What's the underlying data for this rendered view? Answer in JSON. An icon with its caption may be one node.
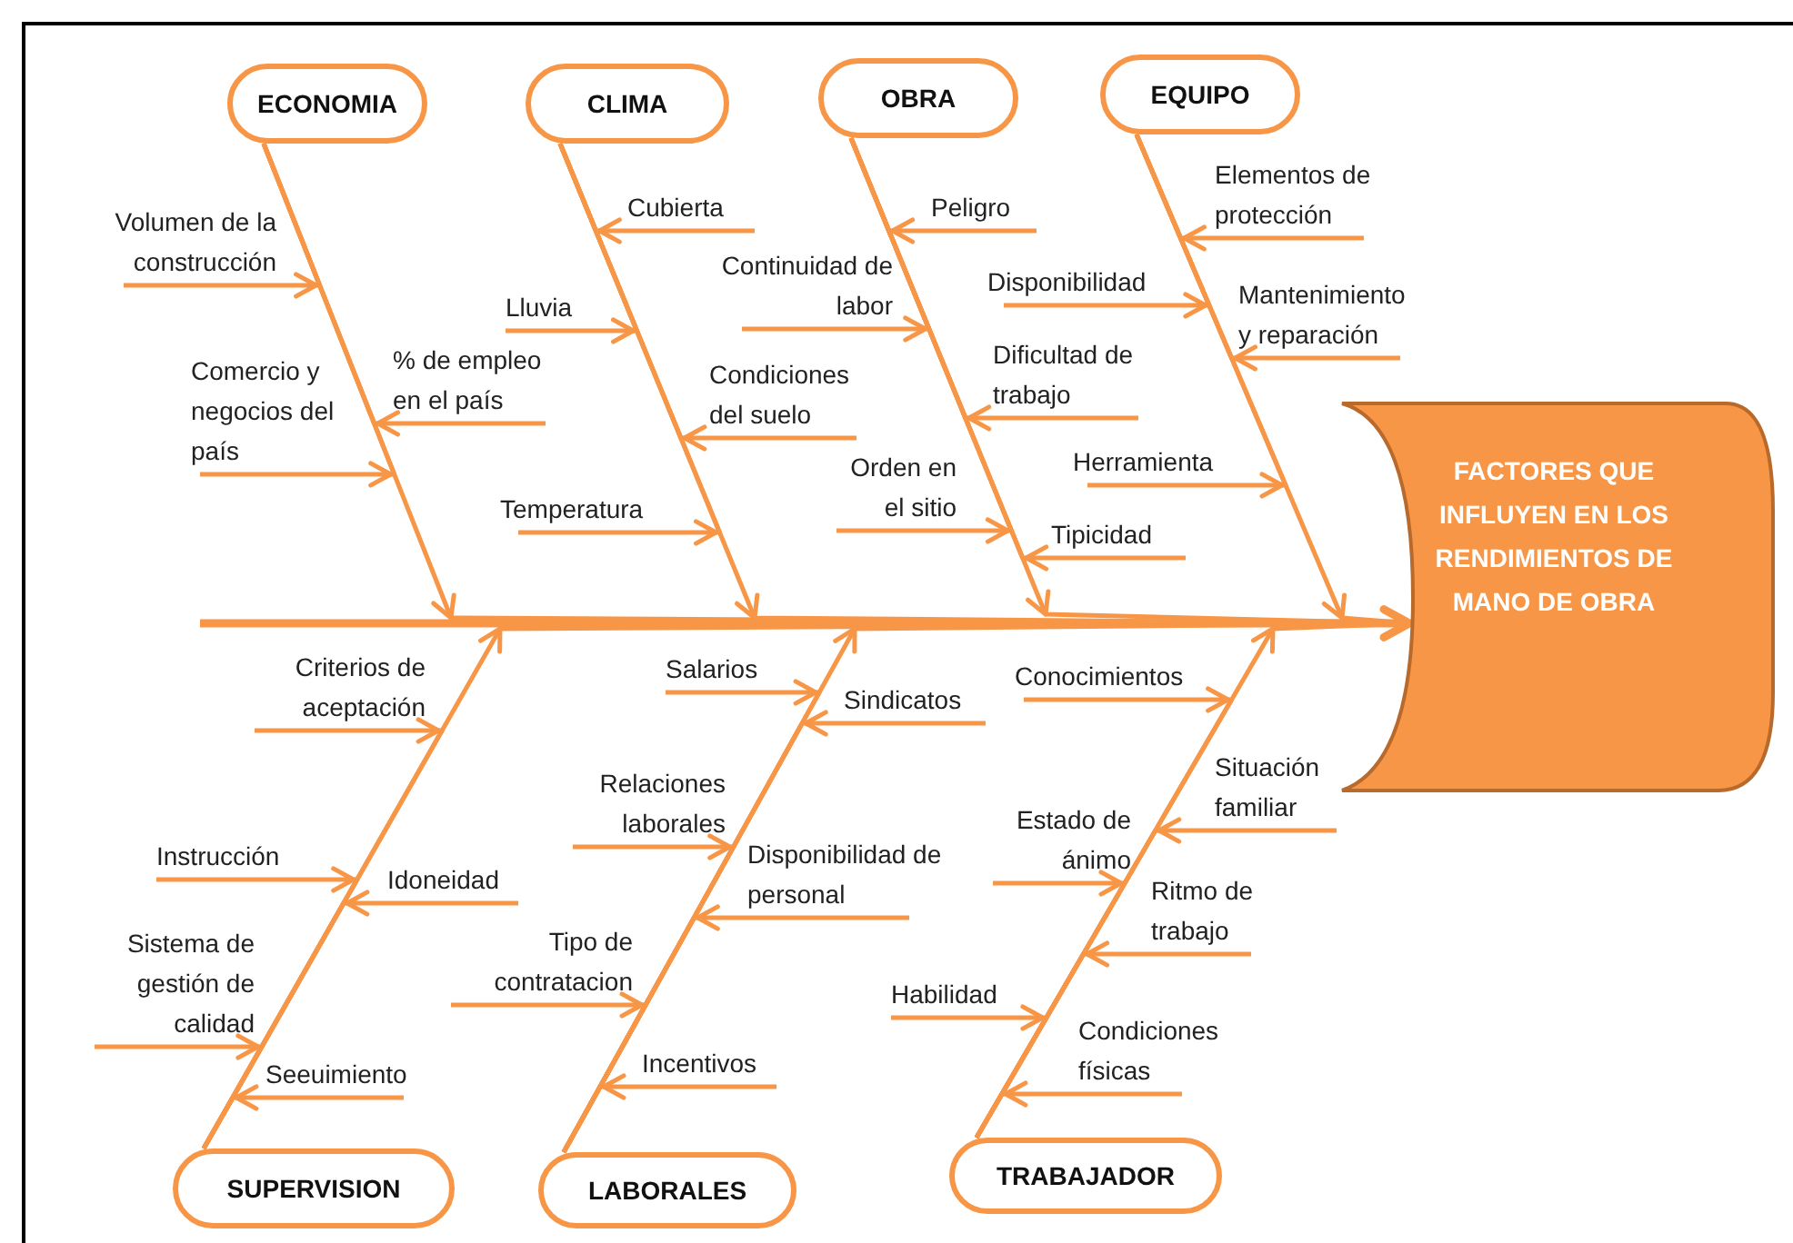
{
  "diagram": {
    "nodes": [
      {
        "text": [
          "ECONOMIA"
        ]
      },
      {
        "text": [
          "CLIMA"
        ]
      },
      {
        "text": [
          "OBRA"
        ]
      },
      {
        "text": [
          "EQUIPO"
        ]
      },
      {
        "text": [
          "FACTORES QUE INFLUYEN EN LOS RENDIMIENTOS DE MANO DE OBRA"
        ]
      },
      {
        "text": [
          "SUPERVISION"
        ]
      },
      {
        "text": [
          "LABORALES"
        ]
      },
      {
        "text": [
          "TRABAJADOR"
        ]
      },
      {
        "text": [
          "Volumen de la construcción"
        ]
      },
      {
        "text": [
          "Comercio y negocios del país"
        ]
      },
      {
        "text": [
          "% de empleo en el país"
        ]
      },
      {
        "text": [
          "Cubierta"
        ]
      },
      {
        "text": [
          "Lluvia"
        ]
      },
      {
        "text": [
          "Condiciones del suelo"
        ]
      },
      {
        "text": [
          "Temperatura"
        ]
      },
      {
        "text": [
          "Peligro"
        ]
      },
      {
        "text": [
          "Continuidad de labor"
        ]
      },
      {
        "text": [
          "Dificultad de trabajo"
        ]
      },
      {
        "text": [
          "Orden en el sitio"
        ]
      },
      {
        "text": [
          "Tipicidad"
        ]
      },
      {
        "text": [
          "Elementos de protección"
        ]
      },
      {
        "text": [
          "Disponibilidad"
        ]
      },
      {
        "text": [
          "Mantenimiento y reparación"
        ]
      },
      {
        "text": [
          "Herramienta"
        ]
      },
      {
        "text": [
          "Criterios de aceptación"
        ]
      },
      {
        "text": [
          "Instrucción"
        ]
      },
      {
        "text": [
          "Idoneidad"
        ]
      },
      {
        "text": [
          "Sistema de gestión de calidad"
        ]
      },
      {
        "text": [
          "Seeuimiento"
        ]
      },
      {
        "text": [
          "Salarios"
        ]
      },
      {
        "text": [
          "Sindicatos"
        ]
      },
      {
        "text": [
          "Relaciones laborales"
        ]
      },
      {
        "text": [
          "Disponibilidad de personal"
        ]
      },
      {
        "text": [
          "Tipo de contratacion"
        ]
      },
      {
        "text": [
          "Incentivos"
        ]
      },
      {
        "text": [
          "Conocimientos"
        ]
      },
      {
        "text": [
          "Situación familiar"
        ]
      },
      {
        "text": [
          "Estado de ánimo"
        ]
      },
      {
        "text": [
          "Ritmo de trabajo"
        ]
      },
      {
        "text": [
          "Habilidad"
        ]
      },
      {
        "text": [
          "Condiciones físicas"
        ]
      }
    ],
    "edges": [
      {
        "from": null,
        "to": 4,
        "arrow": "to",
        "style": "thick"
      },
      {
        "from": 0,
        "to": 4,
        "arrow": "to"
      },
      {
        "from": 1,
        "to": 4,
        "arrow": "to"
      },
      {
        "from": 2,
        "to": 4,
        "arrow": "to"
      },
      {
        "from": 3,
        "to": 4,
        "arrow": "to"
      },
      {
        "from": 5,
        "to": 4,
        "arrow": "to"
      },
      {
        "from": 6,
        "to": 4,
        "arrow": "to"
      },
      {
        "from": 7,
        "to": 4,
        "arrow": "to"
      },
      {
        "from": 8,
        "to": 0,
        "arrow": "to"
      },
      {
        "from": 9,
        "to": 0,
        "arrow": "to"
      },
      {
        "from": 10,
        "to": 0,
        "arrow": "to"
      },
      {
        "from": 11,
        "to": 1,
        "arrow": "to"
      },
      {
        "from": 12,
        "to": 1,
        "arrow": "to"
      },
      {
        "from": 13,
        "to": 1,
        "arrow": "to"
      },
      {
        "from": 14,
        "to": 1,
        "arrow": "to"
      },
      {
        "from": 15,
        "to": 2,
        "arrow": "to"
      },
      {
        "from": 16,
        "to": 2,
        "arrow": "to"
      },
      {
        "from": 17,
        "to": 2,
        "arrow": "to"
      },
      {
        "from": 18,
        "to": 2,
        "arrow": "to"
      },
      {
        "from": 19,
        "to": 2,
        "arrow": "to"
      },
      {
        "from": 20,
        "to": 3,
        "arrow": "to"
      },
      {
        "from": 21,
        "to": 3,
        "arrow": "to"
      },
      {
        "from": 22,
        "to": 3,
        "arrow": "to"
      },
      {
        "from": 23,
        "to": 3,
        "arrow": "to"
      },
      {
        "from": 24,
        "to": 5,
        "arrow": "to"
      },
      {
        "from": 25,
        "to": 5,
        "arrow": "to"
      },
      {
        "from": 26,
        "to": 5,
        "arrow": "to"
      },
      {
        "from": 27,
        "to": 5,
        "arrow": "to"
      },
      {
        "from": 28,
        "to": 5,
        "arrow": "to"
      },
      {
        "from": 29,
        "to": 6,
        "arrow": "to"
      },
      {
        "from": 30,
        "to": 6,
        "arrow": "to"
      },
      {
        "from": 31,
        "to": 6,
        "arrow": "to"
      },
      {
        "from": 32,
        "to": 6,
        "arrow": "to"
      },
      {
        "from": 33,
        "to": 6,
        "arrow": "to"
      },
      {
        "from": 34,
        "to": 6,
        "arrow": "to"
      },
      {
        "from": 35,
        "to": 7,
        "arrow": "to"
      },
      {
        "from": 36,
        "to": 7,
        "arrow": "to"
      },
      {
        "from": 37,
        "to": 7,
        "arrow": "to"
      },
      {
        "from": 38,
        "to": 7,
        "arrow": "to"
      },
      {
        "from": 39,
        "to": 7,
        "arrow": "to"
      },
      {
        "from": 40,
        "to": 7,
        "arrow": "to"
      }
    ]
  }
}
